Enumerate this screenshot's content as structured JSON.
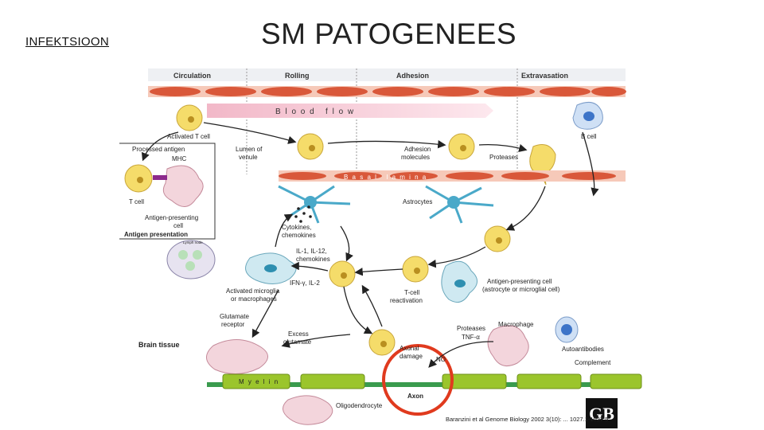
{
  "slide": {
    "tag": "INFEKTSIOON",
    "title": "SM PATOGENEES",
    "citation": "Baranzini et al Genome Biology 2002 3(10): ... 1027.1-1027.5",
    "logo_text": "GB"
  },
  "diagram": {
    "stages": [
      "Circulation",
      "Rolling",
      "Adhesion",
      "Extravasation"
    ],
    "blood_flow": "B l o o d   f l o w",
    "basal_lamina": "B a s a l   l a m i n a",
    "myelin": "M y e l i n",
    "labels": {
      "activated_t_cell": "Activated T cell",
      "processed_antigen": "Processed antigen",
      "mhc": "MHC",
      "t_cell": "T cell",
      "apc_line1": "Antigen-presenting",
      "apc_line2": "cell",
      "antigen_presentation": "Antigen presentation",
      "lymph_node": "Lymph node",
      "lumen_line1": "Lumen of",
      "lumen_line2": "venule",
      "adhesion_line1": "Adhesion",
      "adhesion_line2": "molecules",
      "proteases": "Proteases",
      "b_cell": "B cell",
      "astrocytes": "Astrocytes",
      "cytokines_line1": "Cytokines,",
      "cytokines_line2": "chemokines",
      "il_line1": "IL-1, IL-12,",
      "il_line2": "chemokines",
      "ifn": "IFN-γ, IL-2",
      "microglia_line1": "Activated microglia",
      "microglia_line2": "or macrophages",
      "reactivation_line1": "T-cell",
      "reactivation_line2": "reactivation",
      "apc2_line1": "Antigen-presenting cell",
      "apc2_line2": "(astrocyte or microglial cell)",
      "glutamate_line1": "Glutamate",
      "glutamate_line2": "receptor",
      "excess_line1": "Excess",
      "excess_line2": "glutamate",
      "brain_tissue": "Brain tissue",
      "axonal_line1": "Axonal",
      "axonal_line2": "damage",
      "no": "NO",
      "proteases2": "Proteases",
      "tnf": "TNF-α",
      "macrophage": "Macrophage",
      "autoantibodies": "Autoantibodies",
      "complement": "Complement",
      "axon": "Axon",
      "oligodendrocyte": "Oligodendrocyte"
    }
  },
  "colors": {
    "tcell": "#f5dc6a",
    "endothelium": "#d9583a",
    "astrocyte": "#4aa9c9",
    "myelin": "#9bc52c",
    "axon": "#3a9b4e",
    "highlight": "#e03a1e",
    "bcell": "#3d74c8"
  }
}
